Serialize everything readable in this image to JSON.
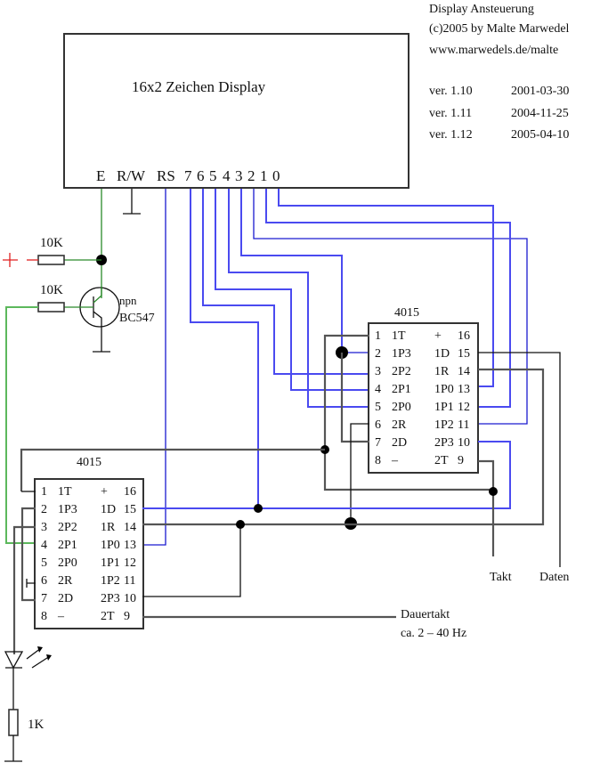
{
  "header": {
    "title": "Display Ansteuerung",
    "copyright": "(c)2005 by Malte Marwedel",
    "website": "www.marwedels.de/malte",
    "versions": [
      {
        "version": "ver. 1.10",
        "date": "2001-03-30"
      },
      {
        "version": "ver. 1.11",
        "date": "2004-11-25"
      },
      {
        "version": "ver. 1.12",
        "date": "2005-04-10"
      }
    ]
  },
  "display": {
    "title": "16x2 Zeichen Display",
    "pins": [
      "E",
      "R/W",
      "RS",
      "7",
      "6",
      "5",
      "4",
      "3",
      "2",
      "1",
      "0"
    ]
  },
  "components": {
    "resistor_top": "10K",
    "resistor_base": "10K",
    "transistor_type": "npn",
    "transistor_model": "BC547",
    "resistor_led": "1K"
  },
  "chips": [
    {
      "name": "4015",
      "left_pins": [
        {
          "num": "1",
          "label": "1T"
        },
        {
          "num": "2",
          "label": "1P3"
        },
        {
          "num": "3",
          "label": "2P2"
        },
        {
          "num": "4",
          "label": "2P1"
        },
        {
          "num": "5",
          "label": "2P0"
        },
        {
          "num": "6",
          "label": "2R"
        },
        {
          "num": "7",
          "label": "2D"
        },
        {
          "num": "8",
          "label": "–"
        }
      ],
      "right_pins": [
        {
          "num": "16",
          "label": "+"
        },
        {
          "num": "15",
          "label": "1D"
        },
        {
          "num": "14",
          "label": "1R"
        },
        {
          "num": "13",
          "label": "1P0"
        },
        {
          "num": "12",
          "label": "1P1"
        },
        {
          "num": "11",
          "label": "1P2"
        },
        {
          "num": "10",
          "label": "2P3"
        },
        {
          "num": "9",
          "label": "2T"
        }
      ]
    },
    {
      "name": "4015",
      "left_pins": [
        {
          "num": "1",
          "label": "1T"
        },
        {
          "num": "2",
          "label": "1P3"
        },
        {
          "num": "3",
          "label": "2P2"
        },
        {
          "num": "4",
          "label": "2P1"
        },
        {
          "num": "5",
          "label": "2P0"
        },
        {
          "num": "6",
          "label": "2R"
        },
        {
          "num": "7",
          "label": "2D"
        },
        {
          "num": "8",
          "label": "–"
        }
      ],
      "right_pins": [
        {
          "num": "16",
          "label": "+"
        },
        {
          "num": "15",
          "label": "1D"
        },
        {
          "num": "14",
          "label": "1R"
        },
        {
          "num": "13",
          "label": "1P0"
        },
        {
          "num": "12",
          "label": "1P1"
        },
        {
          "num": "11",
          "label": "1P2"
        },
        {
          "num": "10",
          "label": "2P3"
        },
        {
          "num": "9",
          "label": "2T"
        }
      ]
    }
  ],
  "signals": {
    "clock": "Takt",
    "data": "Daten",
    "continuous_clock": "Dauertakt",
    "continuous_clock_freq": "ca. 2 – 40 Hz"
  },
  "symbols": {
    "plus": "+"
  }
}
